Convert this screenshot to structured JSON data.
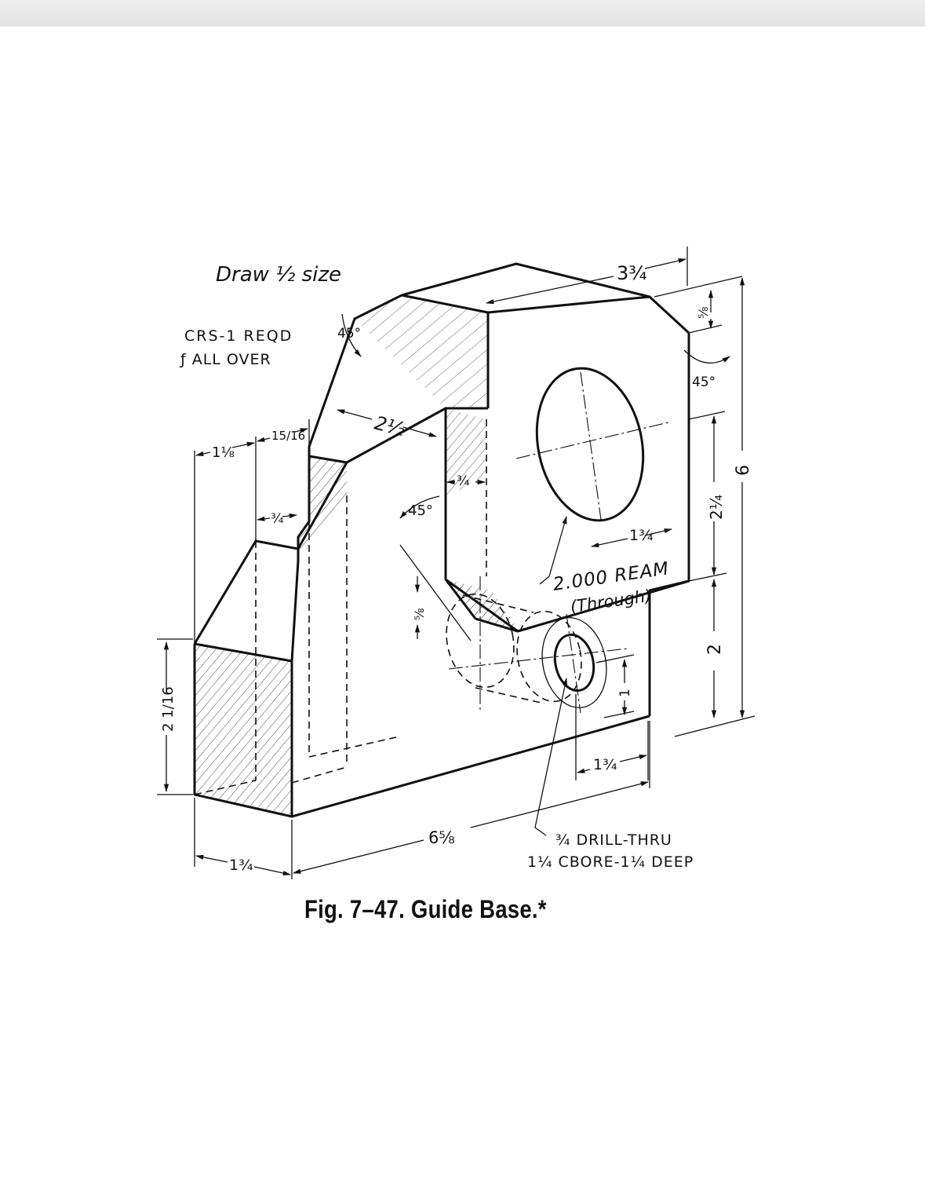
{
  "notes": {
    "scale": "Draw ½ size",
    "material_line1": "CRS-1 REQD",
    "material_line2": "ƒ ALL OVER"
  },
  "dimensions": {
    "top_width": "3¾",
    "top_chamfer_depth": "⅝",
    "angle_top_left": "45°",
    "angle_top_right": "45°",
    "angle_middle": "45°",
    "incline_width": "2½",
    "step_left": "1⅛",
    "step_right": "15/16",
    "slot_width": "¾",
    "notch_width": "¾",
    "left_height": "2 1/16",
    "overall_height": "6",
    "upper_height": "2¼",
    "lower_height": "2",
    "hole_offset": "1¾",
    "notch_depth": "⅝",
    "cbore_vertical": "1",
    "cbore_horizontal": "1¾",
    "overall_length": "6⅝",
    "base_depth": "1¾"
  },
  "callouts": {
    "ream_line1": "2.000 REAM",
    "ream_line2": "(Through)",
    "drill_line1": "¾ DRILL-THRU",
    "drill_line2": "1¼ CBORE-1¼ DEEP"
  },
  "caption": "Fig. 7–47. Guide Base.*"
}
